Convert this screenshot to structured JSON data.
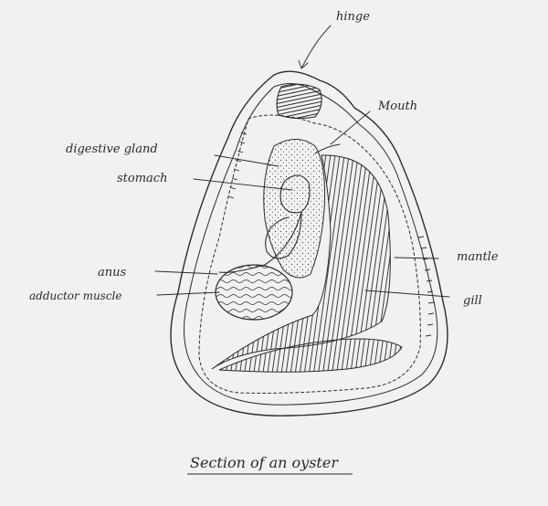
{
  "diagram": {
    "title": "Section of an oyster",
    "labels": {
      "hinge": "hinge",
      "mouth": "Mouth",
      "digestive_gland": "digestive gland",
      "stomach": "stomach",
      "mantle": "mantle",
      "anus": "anus",
      "adductor_muscle": "adductor muscle",
      "gill": "gill"
    }
  },
  "colors": {
    "paper": "#f1f1ef",
    "ink": "#2b2b2b"
  }
}
